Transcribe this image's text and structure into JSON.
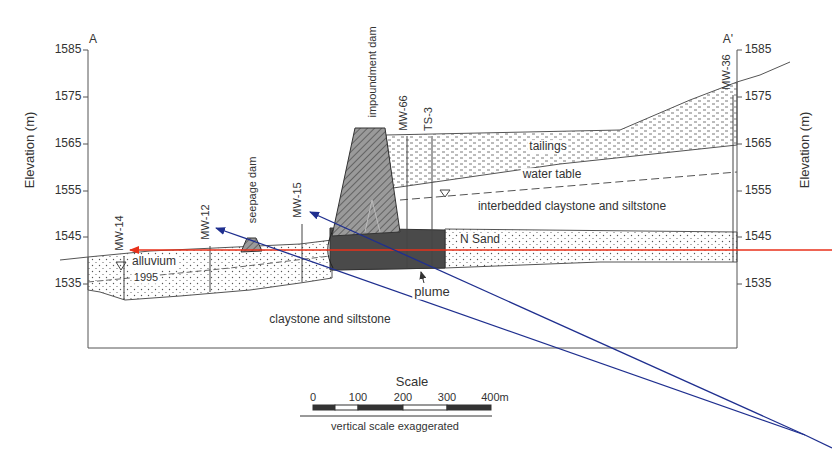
{
  "diagram": {
    "labels": [
      "A",
      "A'",
      "1585",
      "1575",
      "1565",
      "1555",
      "1545",
      "1535",
      "1585",
      "1575",
      "1565",
      "1555",
      "1545",
      "1535",
      "Elevation (m)",
      "Elevation (m)",
      "impoundment dam",
      "MW-66",
      "TS-3",
      "MW-36",
      "tailings",
      "water table",
      "interbedded claystone and siltstone",
      "N Sand",
      "seepage dam",
      "MW-15",
      "MW-12",
      "MW-14",
      "alluvium",
      "1995",
      "plume",
      "claystone and siltstone",
      "Scale",
      "0",
      "100",
      "200",
      "300",
      "400m",
      "vertical scale exaggerated"
    ]
  }
}
